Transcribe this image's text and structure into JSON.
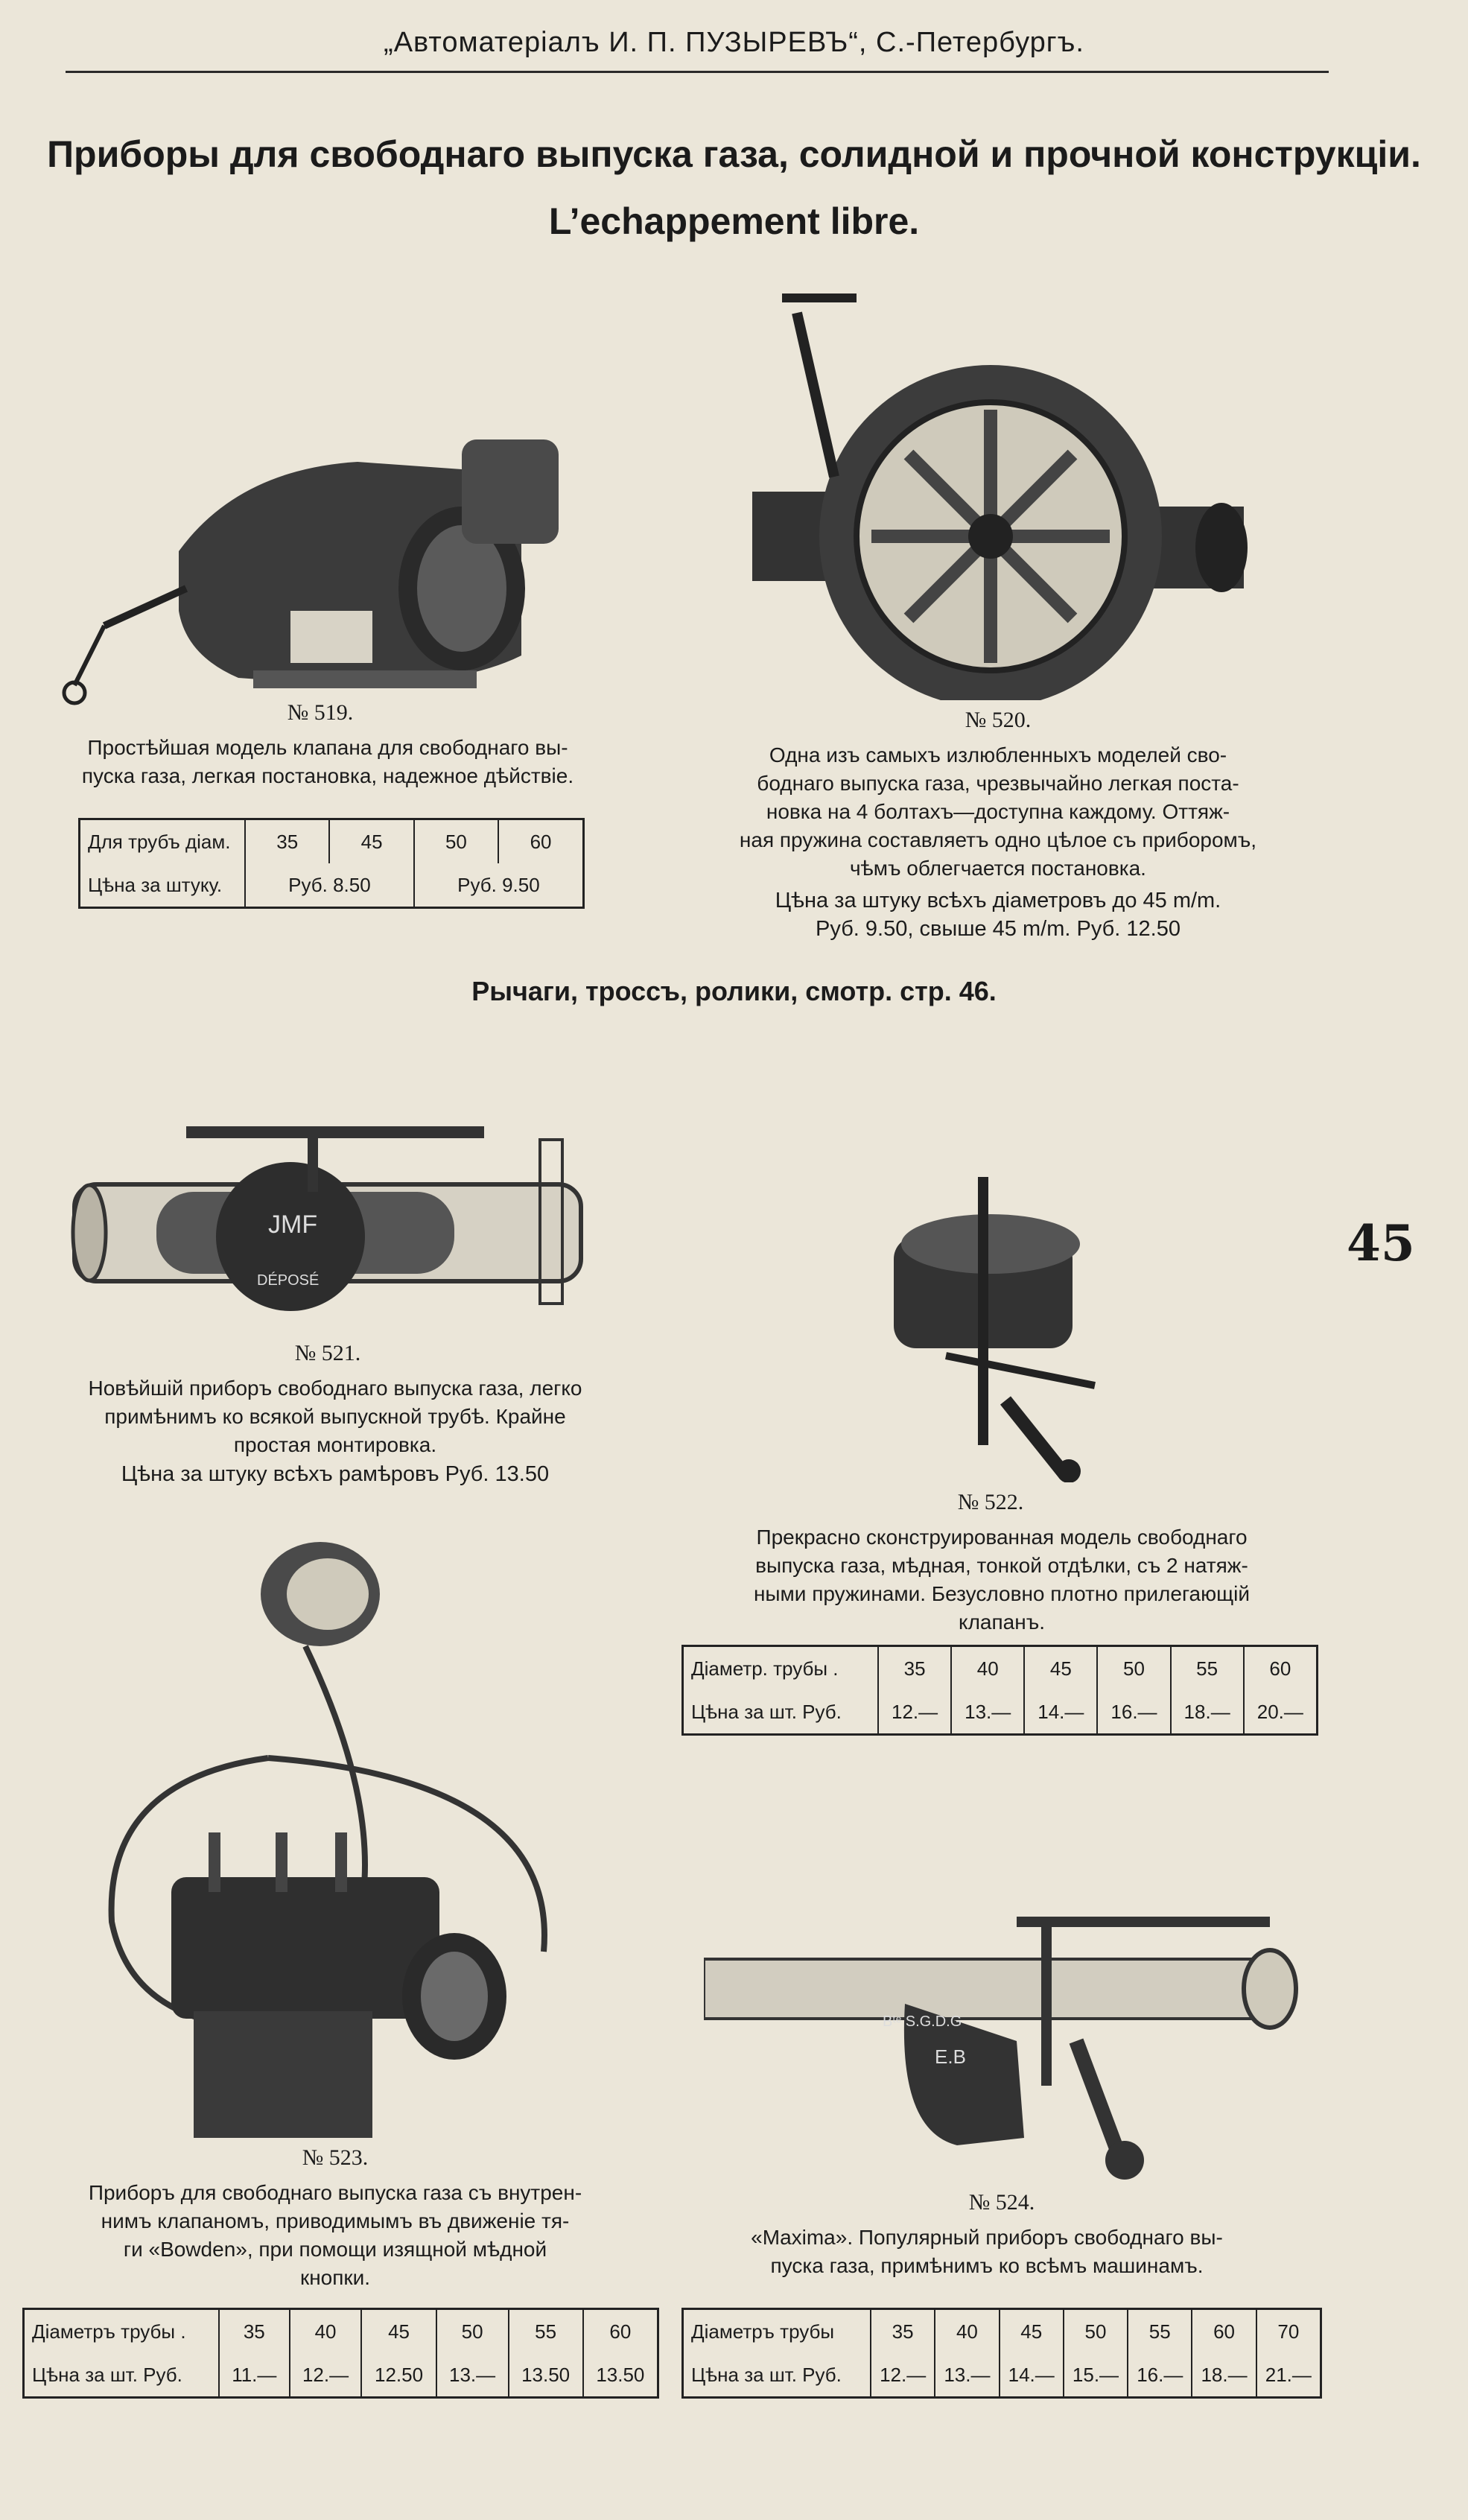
{
  "header": "„Автоматеріалъ И. П. ПУЗЫРЕВЪ“, С.-Петербургъ.",
  "title_line1": "Приборы для свободнаго выпуска газа, солидной и прочной конструкціи.",
  "title_line2": "L’echappement libre.",
  "page_number": "45",
  "mid_heading": "Рычаги, троссъ, ролики, смотр. стр. 46.",
  "products": {
    "p519": {
      "label": "№ 519.",
      "desc": [
        "Простѣйшая модель клапана для свободнаго вы-",
        "пуска газа, легкая постановка, надежное дѣйствіе."
      ],
      "table": {
        "row1": [
          "Для трубъ діам.",
          "35",
          "45",
          "50",
          "60"
        ],
        "row2": [
          "Цѣна за штуку.",
          "Руб. 8.50",
          "Руб. 9.50"
        ]
      }
    },
    "p520": {
      "label": "№ 520.",
      "desc": [
        "Одна изъ самыхъ излюбленныхъ моделей сво-",
        "боднаго выпуска газа, чрезвычайно легкая поста-",
        "новка на 4 болтахъ—доступна каждому. Оттяж-",
        "ная пружина составляетъ одно цѣлое съ приборомъ,",
        "чѣмъ облегчается постановка."
      ],
      "price": [
        "Цѣна за штуку всѣхъ діаметровъ до 45 m/m.",
        "Руб. 9.50, свыше 45 m/m. Руб. 12.50"
      ]
    },
    "p521": {
      "label": "№ 521.",
      "desc": [
        "Новѣйшій приборъ свободнаго выпуска газа, легко",
        "примѣнимъ ко всякой выпускной трубѣ. Крайне",
        "простая монтировка."
      ],
      "price": "Цѣна за штуку всѣхъ рамѣровъ Руб. 13.50",
      "stamp": [
        "JMF",
        "DÉPOSÉ"
      ]
    },
    "p522": {
      "label": "№ 522.",
      "desc": [
        "Прекрасно сконструированная модель свободнаго",
        "выпуска газа, мѣдная, тонкой отдѣлки, съ 2 натяж-",
        "ными пружинами. Безусловно плотно прилегающій",
        "клапанъ."
      ],
      "table": {
        "row1": [
          "Діаметр. трубы .",
          "35",
          "40",
          "45",
          "50",
          "55",
          "60"
        ],
        "row2": [
          "Цѣна за шт. Руб.",
          "12.—",
          "13.—",
          "14.—",
          "16.—",
          "18.—",
          "20.—"
        ]
      }
    },
    "p523": {
      "label": "№ 523.",
      "desc": [
        "Приборъ для свободнаго выпуска газа съ внутрен-",
        "нимъ клапаномъ, приводимымъ въ движеніе тя-",
        "ги «Bowden», при помощи изящной мѣдной",
        "кнопки."
      ],
      "table": {
        "row1": [
          "Діаметръ трубы .",
          "35",
          "40",
          "45",
          "50",
          "55",
          "60"
        ],
        "row2": [
          "Цѣна за шт. Руб.",
          "11.—",
          "12.—",
          "12.50",
          "13.—",
          "13.50",
          "13.50"
        ]
      }
    },
    "p524": {
      "label": "№ 524.",
      "desc": [
        "«Maxima». Популярный приборъ свободнаго вы-",
        "пуска газа, примѣнимъ ко всѣмъ машинамъ."
      ],
      "stamp": [
        "Bᵗᵉ S.G.D.G",
        "E.B"
      ],
      "table": {
        "row1": [
          "Діаметръ трубы",
          "35",
          "40",
          "45",
          "50",
          "55",
          "60",
          "70"
        ],
        "row2": [
          "Цѣна за шт. Руб.",
          "12.—",
          "13.—",
          "14.—",
          "15.—",
          "16.—",
          "18.—",
          "21.—"
        ]
      }
    }
  }
}
